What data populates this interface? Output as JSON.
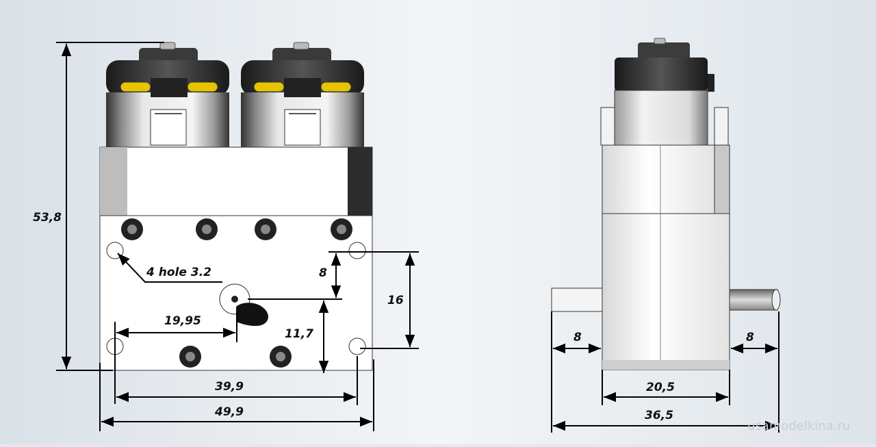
{
  "diagram": {
    "front_view": {
      "dimensions": {
        "height": "53,8",
        "hole_note": "4 hole 3.2",
        "offset_8": "8",
        "height_16": "16",
        "offset_19_95": "19,95",
        "offset_11_7": "11,7",
        "width_39_9": "39,9",
        "width_49_9": "49,9"
      }
    },
    "side_view": {
      "dimensions": {
        "left_8": "8",
        "right_8": "8",
        "width_20_5": "20,5",
        "width_36_5": "36,5"
      }
    },
    "watermark": "usamodelkina.ru",
    "colors": {
      "line": "#000000",
      "body": "#ffffff",
      "motor_dark": "#2a2a2a",
      "terminal": "#e8c400"
    }
  }
}
